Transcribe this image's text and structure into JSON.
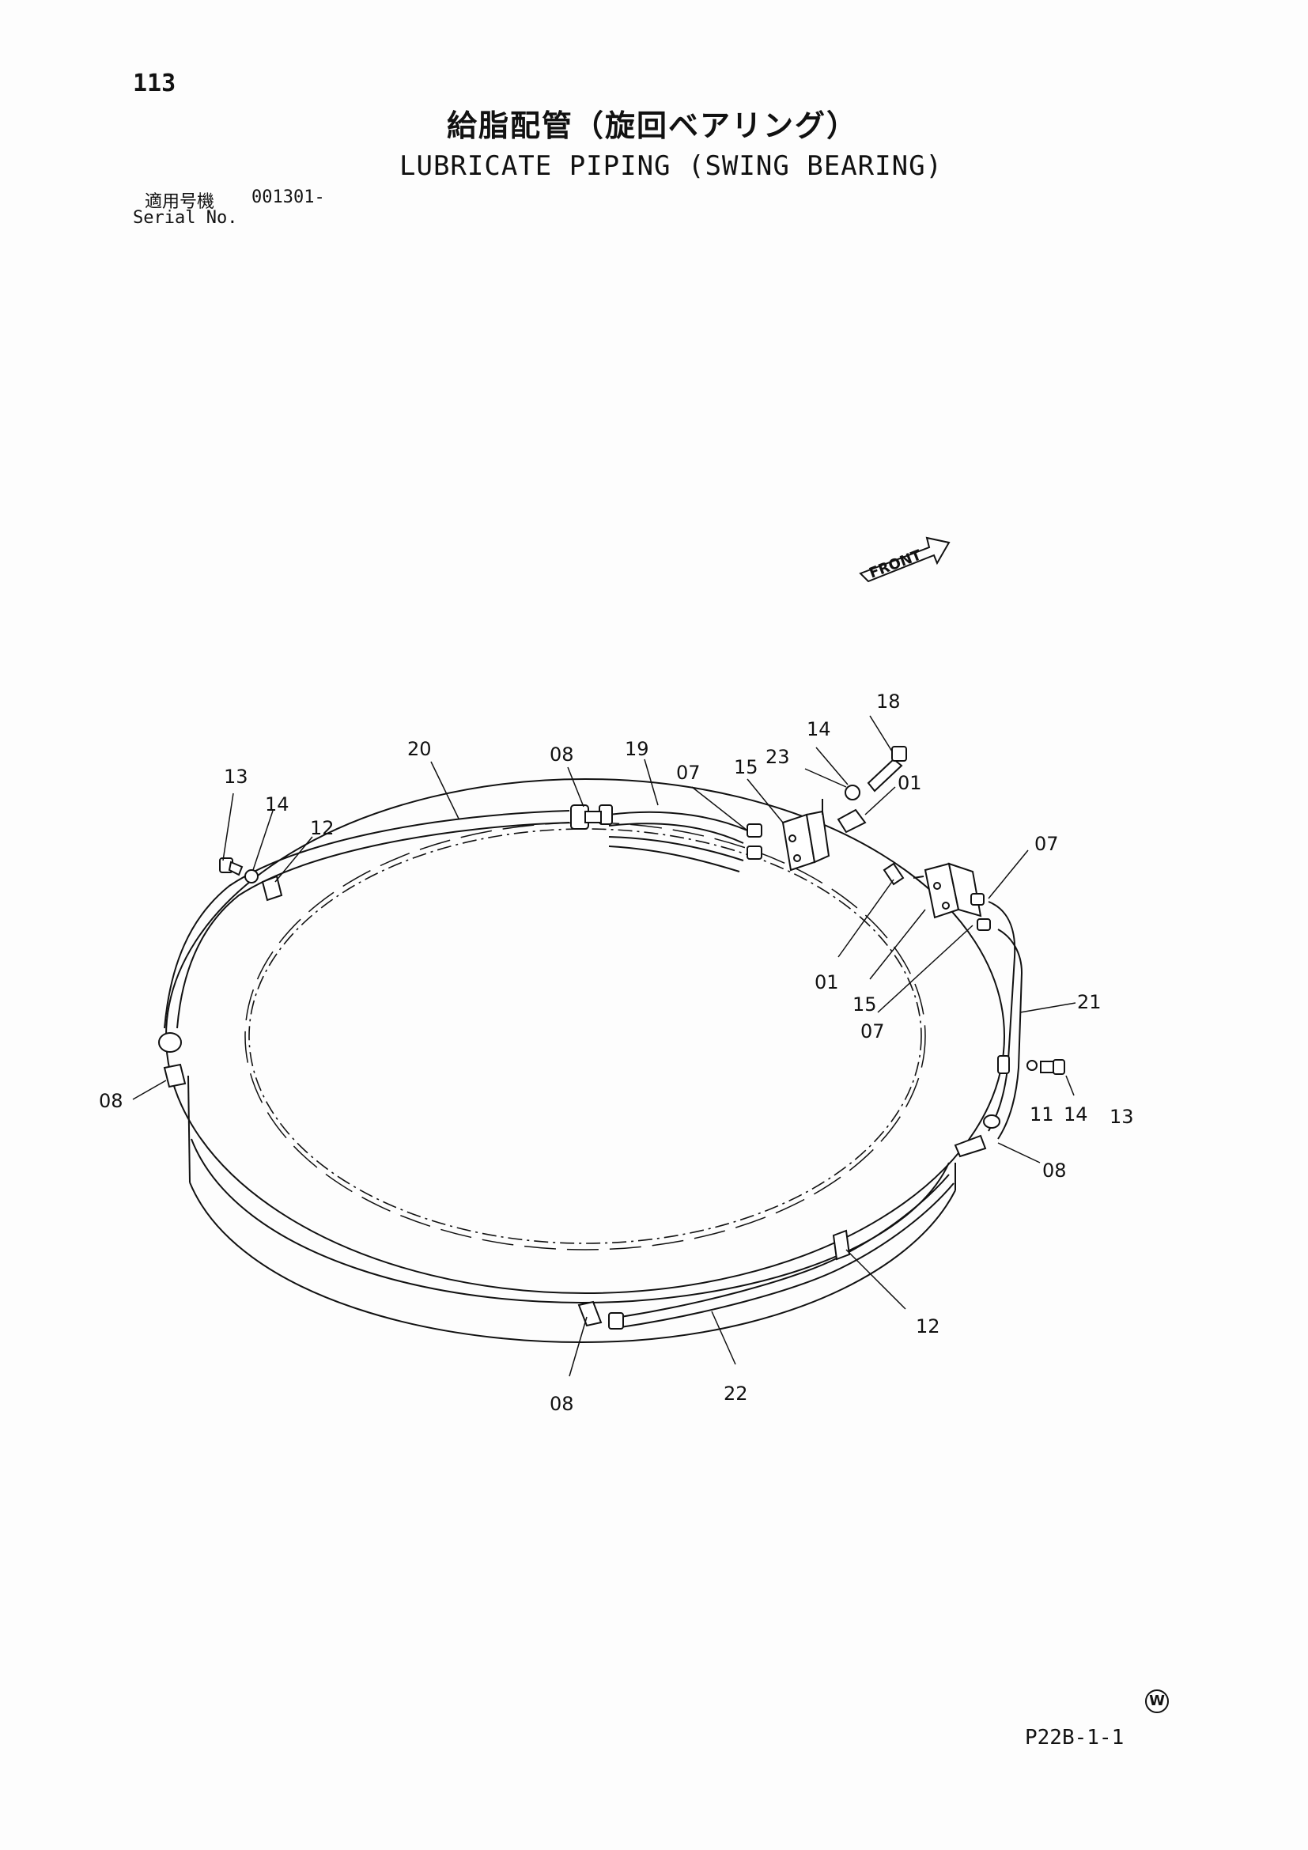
{
  "page_number": "113",
  "title_jp": "給脂配管（旋回ベアリング）",
  "title_en": "LUBRICATE PIPING (SWING BEARING)",
  "serial": {
    "label_jp": "適用号機",
    "value": "001301-",
    "label_en": "Serial No."
  },
  "front_label": "FRONT",
  "callouts": {
    "c20": "20",
    "c08_top": "08",
    "c19": "19",
    "c07_top": "07",
    "c15_top": "15",
    "c23": "23",
    "c14_top": "14",
    "c18": "18",
    "c01_top": "01",
    "c13_left": "13",
    "c14_left": "14",
    "c12_left": "12",
    "c07_right": "07",
    "c01_mid": "01",
    "c15_mid": "15",
    "c07_mid": "07",
    "c21": "21",
    "c08_left": "08",
    "c11": "11",
    "c14_right": "14",
    "c13_right": "13",
    "c08_right": "08",
    "c12_bottom": "12",
    "c08_bottom": "08",
    "c22": "22"
  },
  "doc_code": "P22B-1-1",
  "mark": "W"
}
